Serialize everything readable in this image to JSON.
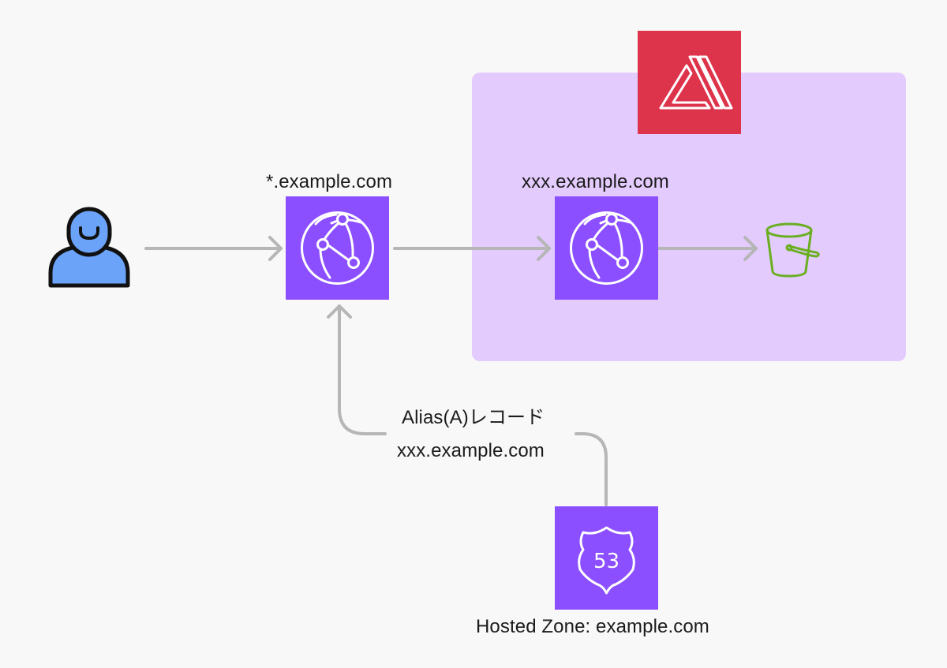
{
  "labels": {
    "wildcard_domain": "*.example.com",
    "amplify_domain": "xxx.example.com",
    "alias_record_type": "Alias(A)レコード",
    "alias_record_name": "xxx.example.com",
    "hosted_zone": "Hosted Zone: example.com"
  },
  "icons": {
    "user": "user-icon",
    "cloudfront": "cloudfront-icon",
    "amplify": "amplify-icon",
    "s3": "s3-bucket-icon",
    "route53": "route53-icon",
    "route53_shield_text": "53"
  },
  "colors": {
    "background": "#f9f8f8",
    "amplify_region": "#e3cbfd",
    "service_tile": "#8c4fff",
    "amplify_tile": "#dd344c",
    "s3_bucket": "#6aae22",
    "user_fill": "#6ba3f9",
    "connector": "#b6b6b6"
  }
}
